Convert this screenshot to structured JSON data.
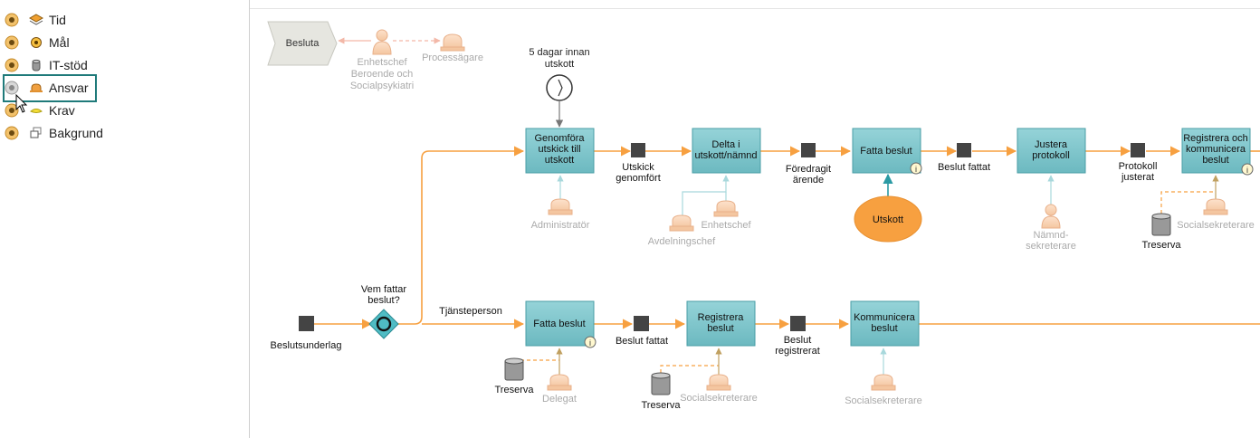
{
  "layers": [
    {
      "label": "Tid",
      "icon": "layers-icon",
      "visible": true
    },
    {
      "label": "Mål",
      "icon": "target-icon",
      "visible": true
    },
    {
      "label": "IT-stöd",
      "icon": "database-icon",
      "visible": true
    },
    {
      "label": "Ansvar",
      "icon": "hat-icon",
      "visible": false,
      "selected": true
    },
    {
      "label": "Krav",
      "icon": "requirement-icon",
      "visible": true
    },
    {
      "label": "Bakgrund",
      "icon": "background-icon",
      "visible": true
    }
  ],
  "colors": {
    "task_fill": "#7ec5cb",
    "task_stroke": "#4a9ea6",
    "flow": "#f7a040",
    "event": "#444444",
    "role": "#f7c9a0",
    "role_text": "#aaaaaa",
    "gateway": "#4fbcc4",
    "utskott": "#f7a040",
    "highlight": "#1f7a7a"
  },
  "diagram": {
    "start_shape": "Besluta",
    "roles_top": [
      "Enhetschef Beroende och Socialpsykiatri",
      "Processägare"
    ],
    "timer_label": "5 dagar innan utskott",
    "tasks": {
      "t1": "Genomföra utskick till utskott",
      "t2": "Delta i utskott/nämnd",
      "t3": "Fatta beslut",
      "t4": "Justera protokoll",
      "t5": "Registrera och kommunicera beslut",
      "t6": "Fatta beslut",
      "t7": "Registrera beslut",
      "t8": "Kommunicera beslut"
    },
    "events": {
      "e1": "Utskick genomfört",
      "e2": "Föredragit ärende",
      "e3": "Beslut fattat",
      "e4": "Protokoll justerat",
      "e5": "Beslutsunderlag",
      "e6": "Beslut fattat",
      "e7": "Beslut registrerat"
    },
    "gateway_label": "Vem fattar beslut?",
    "path_label": "Tjänsteperson",
    "utskott": "Utskott",
    "roles": {
      "r1": "Administratör",
      "r2": "Enhetschef",
      "r3": "Avdelningschef",
      "r4": "Nämnd-sekreterare",
      "r5": "Socialsekreterare",
      "r6": "Delegat",
      "r7": "Socialsekreterare",
      "r8": "Socialsekreterare"
    },
    "systems": {
      "s1": "Treserva",
      "s2": "Treserva",
      "s3": "Treserva"
    }
  }
}
